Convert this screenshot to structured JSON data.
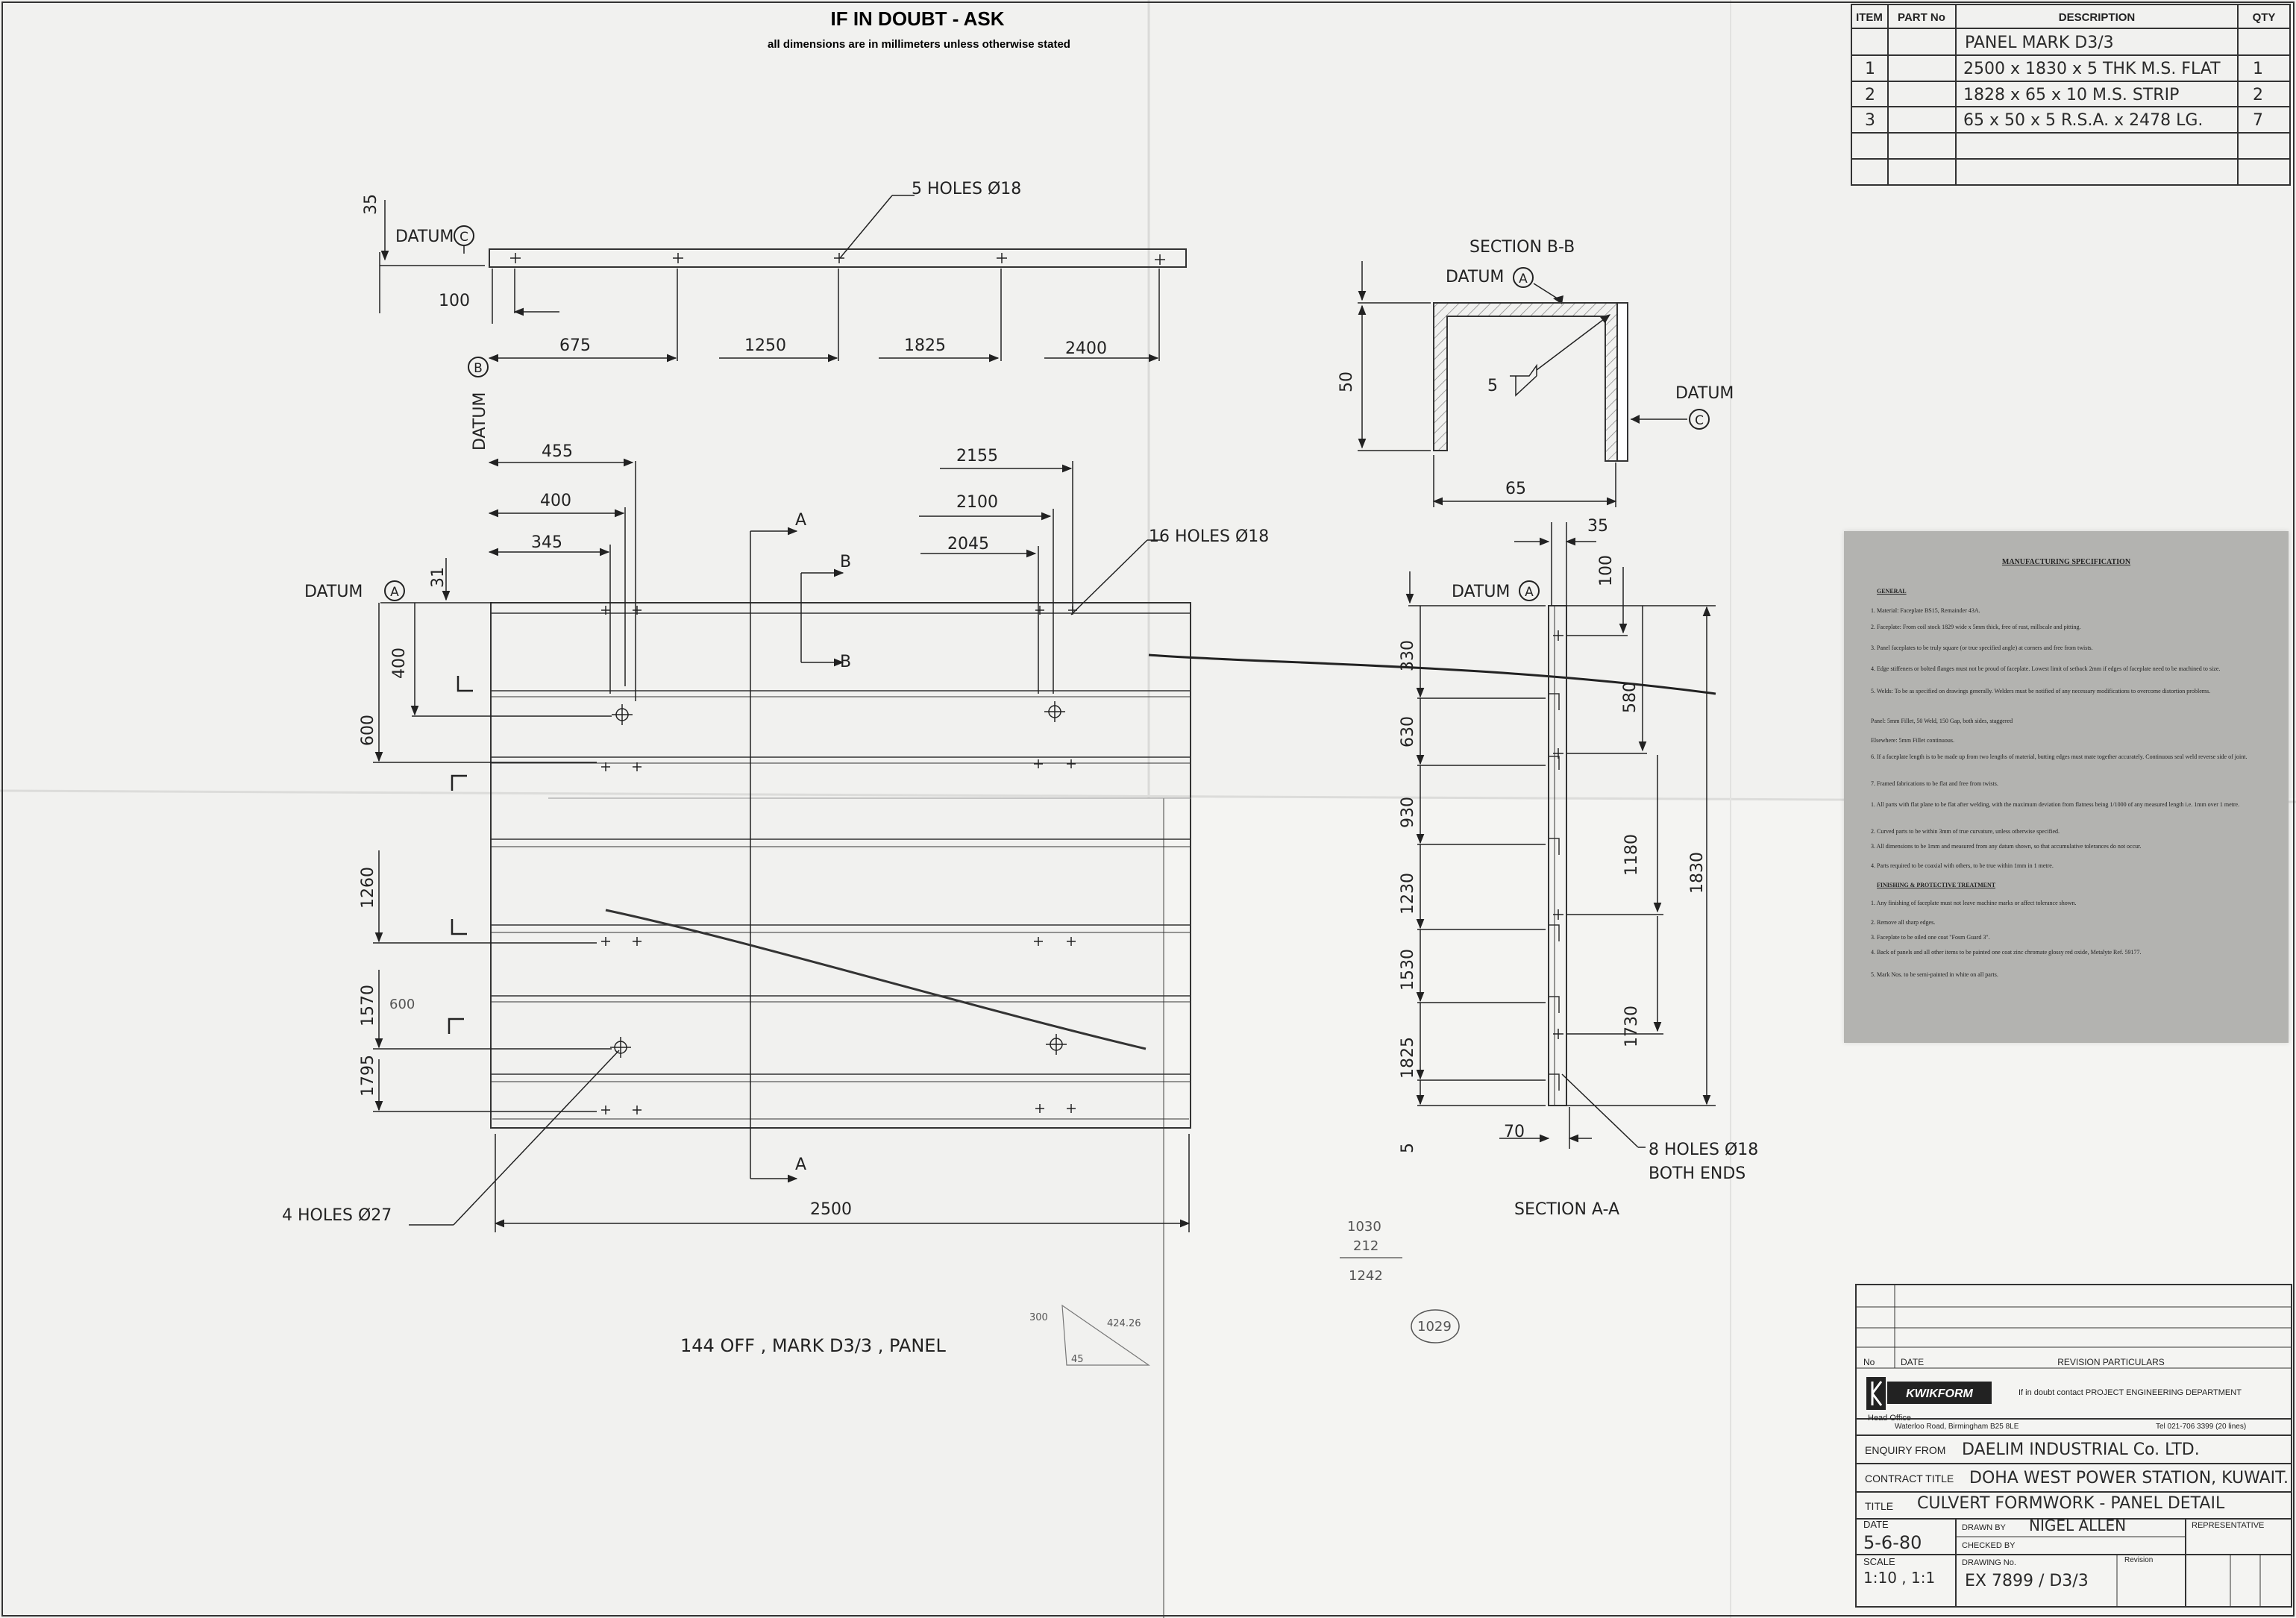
{
  "header": {
    "doubt": "IF IN DOUBT - ASK",
    "units": "all dimensions are in millimeters unless otherwise stated"
  },
  "parts_list": {
    "headers": [
      "ITEM",
      "PART No",
      "DESCRIPTION",
      "QTY"
    ],
    "panel_mark": "PANEL MARK D3/3",
    "rows": [
      {
        "item": "1",
        "desc": "2500 x 1830 x 5 THK M.S. FLAT",
        "qty": "1"
      },
      {
        "item": "2",
        "desc": "1828 x 65 x 10 M.S. STRIP",
        "qty": "2"
      },
      {
        "item": "3",
        "desc": "65 x 50 x 5 R.S.A. x 2478 LG.",
        "qty": "7"
      }
    ]
  },
  "plan": {
    "holes_top": "5 HOLES Ø18",
    "holes_side": "16 HOLES Ø18",
    "holes_bottom": "4 HOLES Ø27",
    "datum_a": "DATUM",
    "datum_b": "DATUM",
    "datum_c": "DATUM",
    "circ_a": "A",
    "circ_b": "B",
    "circ_c": "C",
    "top_dims": [
      "35",
      "100",
      "675",
      "1250",
      "1825",
      "2400"
    ],
    "upper_dims": [
      "455",
      "400",
      "345",
      "2155",
      "2100",
      "2045"
    ],
    "left_dims": [
      "31",
      "400",
      "600",
      "1260",
      "1570",
      "1795"
    ],
    "note_600": "600",
    "overall_width": "2500",
    "sect_a": "A",
    "sect_b": "B",
    "sect_a2": "A",
    "sect_b2": "B",
    "caption": "144 OFF , MARK D3/3 , PANEL"
  },
  "section_bb": {
    "title": "SECTION B-B",
    "datum_a": "DATUM",
    "datum_c": "DATUM",
    "circ_a": "A",
    "circ_c": "C",
    "dim_50": "50",
    "dim_65": "65",
    "weld": "5"
  },
  "section_aa": {
    "title": "SECTION A-A",
    "datum_a": "DATUM",
    "circ_a": "A",
    "left_dims": [
      "330",
      "630",
      "930",
      "1230",
      "1530",
      "1825",
      "5"
    ],
    "right_dims": [
      "100",
      "580",
      "1180",
      "1730"
    ],
    "overall": "1830",
    "top_35": "35",
    "dim_70": "70",
    "holes_line1": "8 HOLES Ø18",
    "holes_line2": "BOTH ENDS"
  },
  "calcs": {
    "a": "1030",
    "b": "212",
    "c": "1242",
    "circled": "1029",
    "triangle_300": "300",
    "triangle_45": "45",
    "triangle_424": "424.26"
  },
  "spec": {
    "title": "MANUFACTURING SPECIFICATION",
    "general": "GENERAL",
    "lines": [
      "1.  Material:      Faceplate BS15, Remainder 43A.",
      "2.  Faceplate:     From coil stock 1829 wide x 5mm thick, free of rust, millscale and pitting.",
      "3.  Panel faceplates to be truly square (or true specified angle) at corners and free from twists.",
      "4.  Edge stiffeners or bolted flanges must not be proud of faceplate. Lowest limit of setback 2mm if edges of faceplate need to be machined to size.",
      "5.  Welds:         To be as specified on drawings generally. Welders must be notified of any necessary modifications to overcome distortion problems.",
      "                   Panel:       5mm Fillet, 50 Weld, 150 Gap, both sides, staggered",
      "                   Elsewhere:   5mm Fillet continuous.",
      "6.  If a faceplate length is to be made up from two lengths of material, butting edges must mate together accurately. Continuous seal weld reverse side of joint.",
      "7.  Framed fabrications to be flat and free from twists.",
      "1.  All parts with flat plane to be flat after welding, with the maximum deviation from flatness being 1/1000 of any measured length i.e. 1mm over 1 metre.",
      "2.  Curved parts to be within 3mm of true curvature, unless otherwise specified.",
      "3.  All dimensions to be 1mm and measured from any datum shown, so that accumulative tolerances do not occur.",
      "4.  Parts required to be coaxial with others, to be true within 1mm in 1 metre.",
      "1.  Any finishing of faceplate must not leave machine marks or affect tolerance shown.",
      "2.  Remove all sharp edges.",
      "3.  Faceplate to be oiled one coat \"Fosm Guard 3\".",
      "4.  Back of panels and all other items to be painted one coat zinc chromate glossy red oxide, Metalyte Ref. 59177.",
      "5.  Mark Nos. to be semi-painted in white on all parts."
    ],
    "finishing": "FINISHING & PROTECTIVE TREATMENT"
  },
  "title_block": {
    "no": "No",
    "date_hdr": "DATE",
    "rev": "REVISION PARTICULARS",
    "company": "KWIKFORM",
    "contact": "If in doubt contact PROJECT ENGINEERING DEPARTMENT",
    "head_office": "Head Office",
    "address": "Waterloo Road, Birmingham B25 8LE",
    "tel": "Tel 021-706 3399 (20 lines)",
    "enquiry_label": "ENQUIRY FROM",
    "enquiry": "DAELIM INDUSTRIAL Co. LTD.",
    "contract_label": "CONTRACT TITLE",
    "contract": "DOHA WEST POWER STATION, KUWAIT.",
    "title_label": "TITLE",
    "title": "CULVERT FORMWORK - PANEL DETAIL",
    "date_label": "DATE",
    "date": "5-6-80",
    "drawn_label": "DRAWN BY",
    "drawn": "NIGEL ALLEN",
    "rep_label": "REPRESENTATIVE",
    "checked_label": "CHECKED BY",
    "scale_label": "SCALE",
    "scale": "1:10 , 1:1",
    "drawing_no_label": "DRAWING No.",
    "drawing_no": "EX 7899 / D3/3",
    "revision_label": "Revision"
  }
}
